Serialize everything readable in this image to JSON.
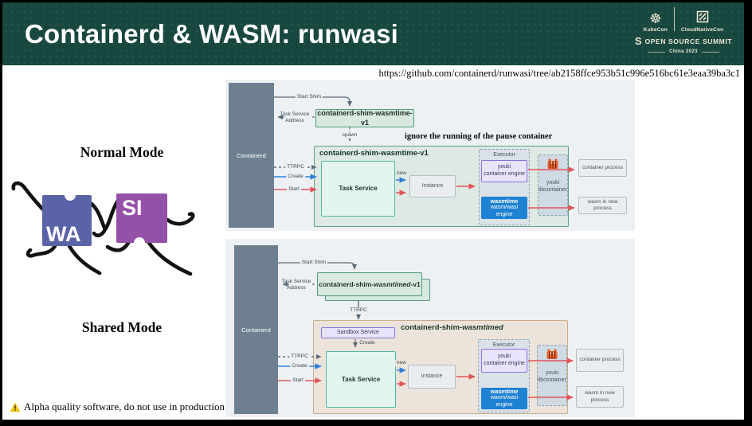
{
  "header": {
    "title": "Containerd & WASM: runwasi",
    "logos": {
      "kubecon": "KubeCon",
      "cloudnativecon": "CloudNativeCon",
      "summit_s": "S",
      "summit": "OPEN SOURCE SUMMIT",
      "edition": "China 2023"
    }
  },
  "url": "https://github.com/containerd/runwasi/tree/ab2158ffce953b51c996e516bc61e3eaa39ba3c1",
  "left": {
    "normal_mode": "Normal Mode",
    "shared_mode": "Shared Mode",
    "mascot": {
      "wa": "WA",
      "si": "SI"
    },
    "warning": "Alpha quality software, do not use in production."
  },
  "normal": {
    "containerd": "Containerd",
    "start_shim": "Start Shim",
    "tsa1": "Task Service",
    "tsa2": "Address",
    "shim_v1": "containerd-shim-wasmtime-v1",
    "spawn": "spawn",
    "note": "ignore the running of the pause container",
    "box_title": "containerd-shim-wasmtime-v1",
    "task_service": "Task Service",
    "ttrpc": "TTRPC",
    "create": "Create",
    "start": "Start",
    "new_label": "new",
    "instance": "Instance",
    "executor": "Executor",
    "youki1": "youki",
    "youki2": "container engine",
    "wasmtime1": "wasmtime",
    "wasmtime2": "wasm/wasi engine",
    "lib1": "youki",
    "lib2": "libcontainer",
    "container_process": "container process",
    "wasm_process": "wasm in new process"
  },
  "shared": {
    "containerd": "Containerd",
    "start_shim": "Start Shim",
    "tsa1": "Task Service",
    "tsa2": "Address",
    "shim_prefix": "containerd-shim-",
    "shim_italic": "wasmtimed",
    "shim_suffix": "-v1",
    "ttrpc_v": "TTRPC",
    "box_prefix": "containerd-shim-",
    "box_italic": "wasmtimed",
    "sandbox_service": "Sandbox Service",
    "create_v": "Create",
    "task_service": "Task Service",
    "ttrpc": "TTRPC",
    "create": "Create",
    "start": "Start",
    "new_label": "new",
    "instance": "Instance",
    "executor": "Executor",
    "youki1": "youki",
    "youki2": "container engine",
    "wasmtime1": "wasmtime",
    "wasmtime2": "wasm/wasi engine",
    "lib1": "youki",
    "lib2": "libcontainer",
    "container_process": "container process",
    "wasm_process": "wasm in new process"
  },
  "colors": {
    "header_teal": "#17473f",
    "logo_cream": "#efe8d3",
    "diagram_bg": "#edf1f4",
    "containerd_bar": "#6e8090",
    "green_box": "#dde9e2",
    "tan_box": "#ece4da",
    "task_fill": "#e2f6ef",
    "purple_fill": "#e9e4fb",
    "wasmtime_blue": "#1e81d2",
    "arrow_red": "#e0555a",
    "arrow_blue": "#2f7fd6",
    "wa_blue": "#5b63a8",
    "si_purple": "#9551a8",
    "warning_yellow": "#f2c51d"
  }
}
